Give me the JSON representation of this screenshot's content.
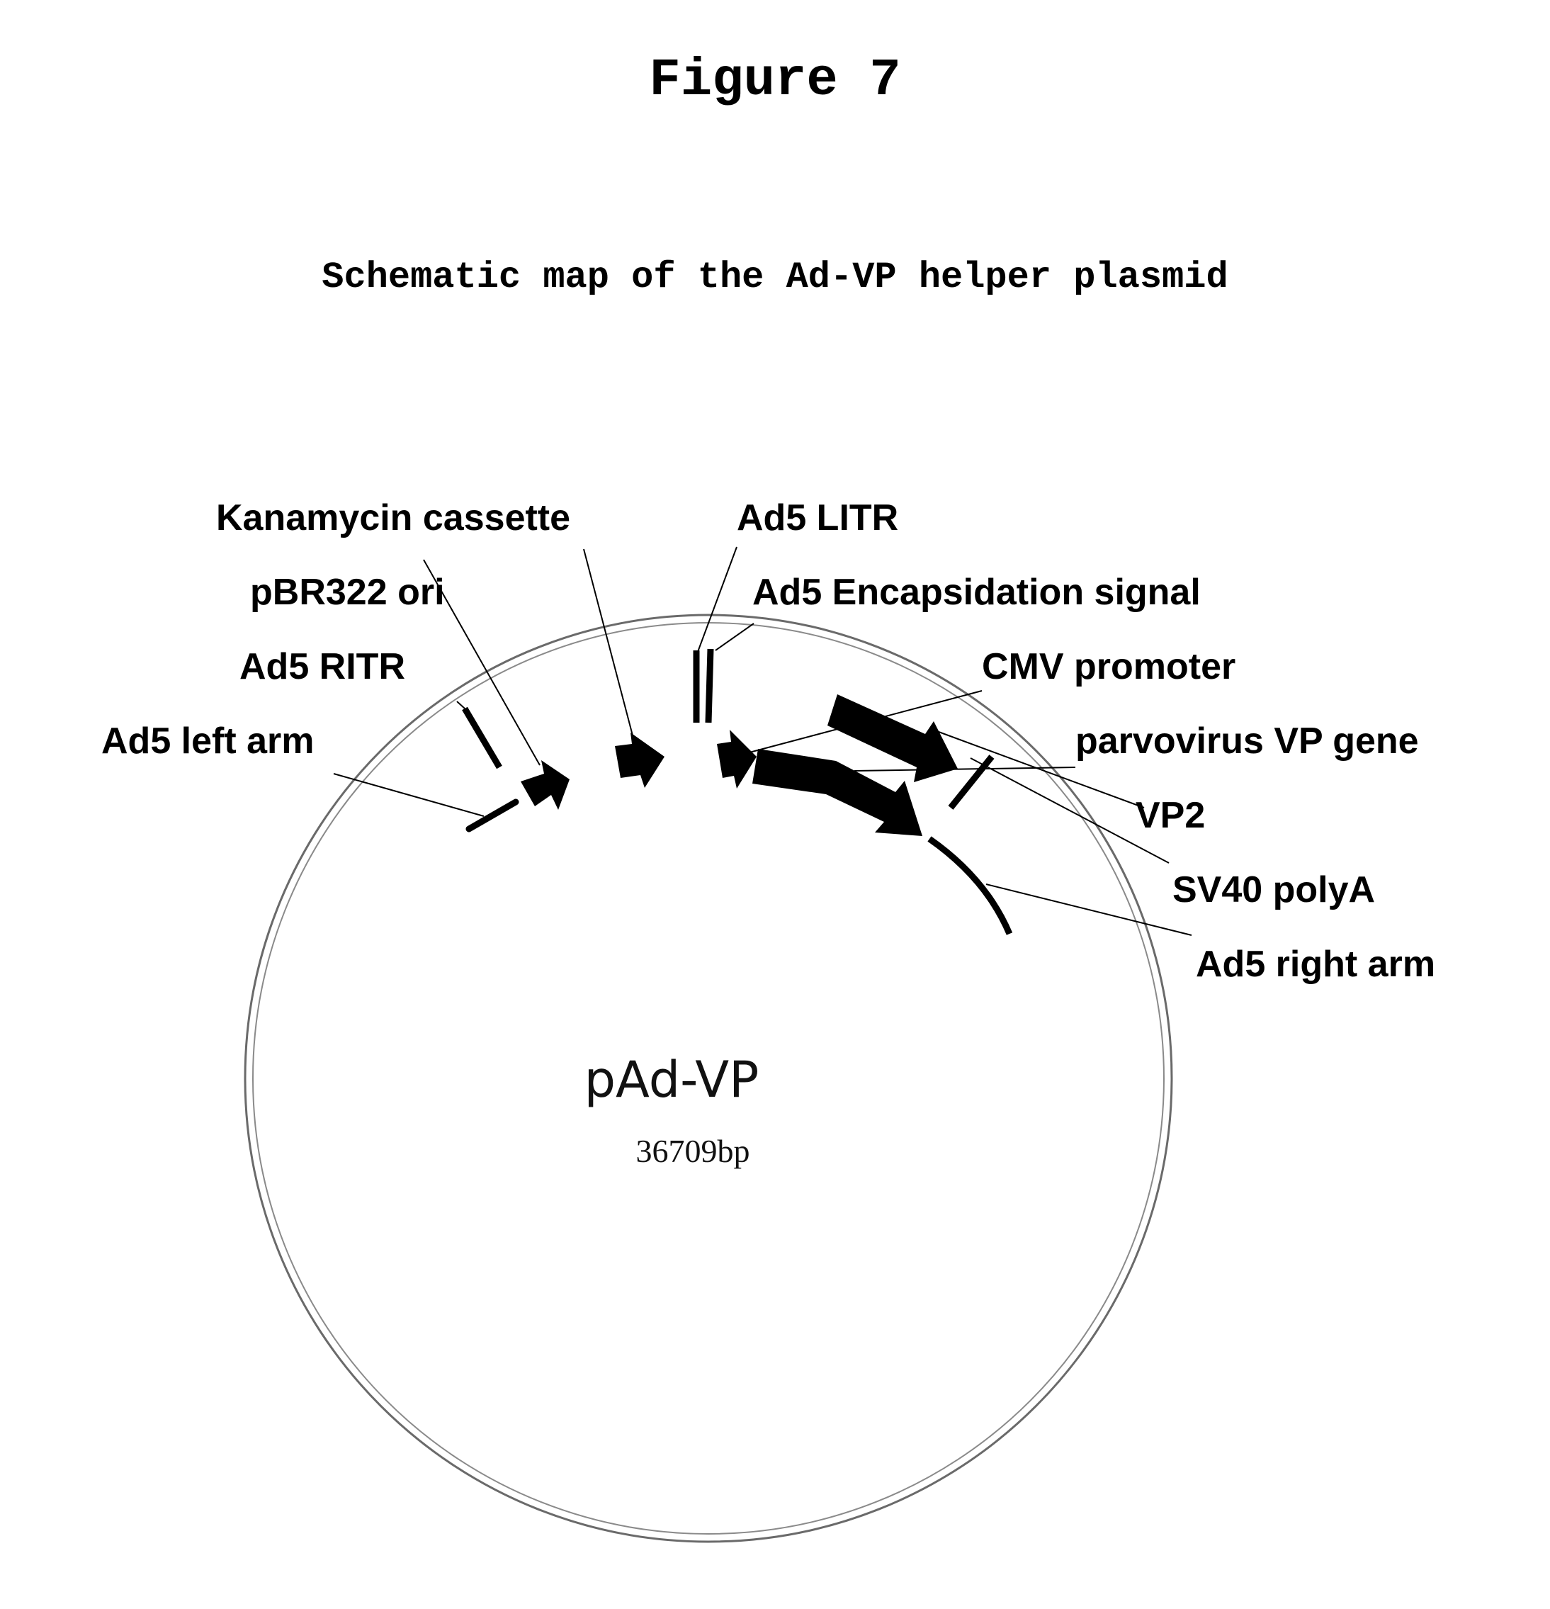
{
  "figure": {
    "title": "Figure 7",
    "subtitle": "Schematic map of the Ad-VP helper plasmid"
  },
  "plasmid": {
    "name": "pAd-VP",
    "size": "36709bp"
  },
  "labels": {
    "kanamycin": "Kanamycin cassette",
    "litr": "Ad5 LITR",
    "pbr322": "pBR322 ori",
    "encaps": "Ad5 Encapsidation signal",
    "ritr": "Ad5 RITR",
    "cmv": "CMV promoter",
    "left_arm": "Ad5 left arm",
    "vp_gene": "parvovirus VP gene",
    "vp2": "VP2",
    "sv40": "SV40 polyA",
    "right_arm": "Ad5 right arm"
  }
}
